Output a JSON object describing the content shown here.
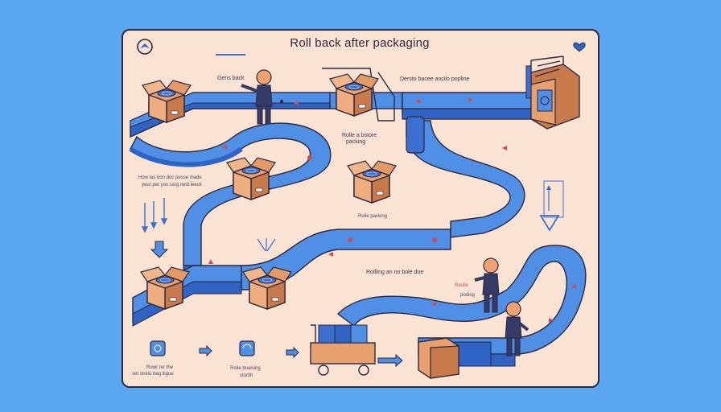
{
  "title": "Roll back  after packaging",
  "labels": {
    "top_left": "Gens back",
    "top_right": "Dersto bacee ancilo popline",
    "center_1": "Rolle a bstore",
    "center_2": "packing",
    "left_1": "How ias bon doc pesse made",
    "left_2": "yeur per you ceig neld leeck",
    "mid_right": "Rolle packing",
    "rolling": "Rollling an no bole doe",
    "pink_1": "Reulle",
    "pink_2": "poding",
    "bottom_1a": "Rowr rer the",
    "bottom_1b": "vet streio beg liigue",
    "bottom_2a": "Rolle boaising",
    "bottom_2b": "stortih"
  },
  "colors": {
    "background": "#5aa6f0",
    "panel": "#fbe3d3",
    "belt_top": "#4f8fe6",
    "belt_side": "#2f63c4",
    "box": "#e8a06e",
    "box_dark": "#c97a4a",
    "person": "#363a66",
    "head": "#f0a171",
    "accent_red": "#d04a55"
  },
  "icons": [
    "logo-icon",
    "heart-icon",
    "arrow-icon",
    "box-icon",
    "person-icon",
    "cart-icon",
    "forklift-icon"
  ]
}
